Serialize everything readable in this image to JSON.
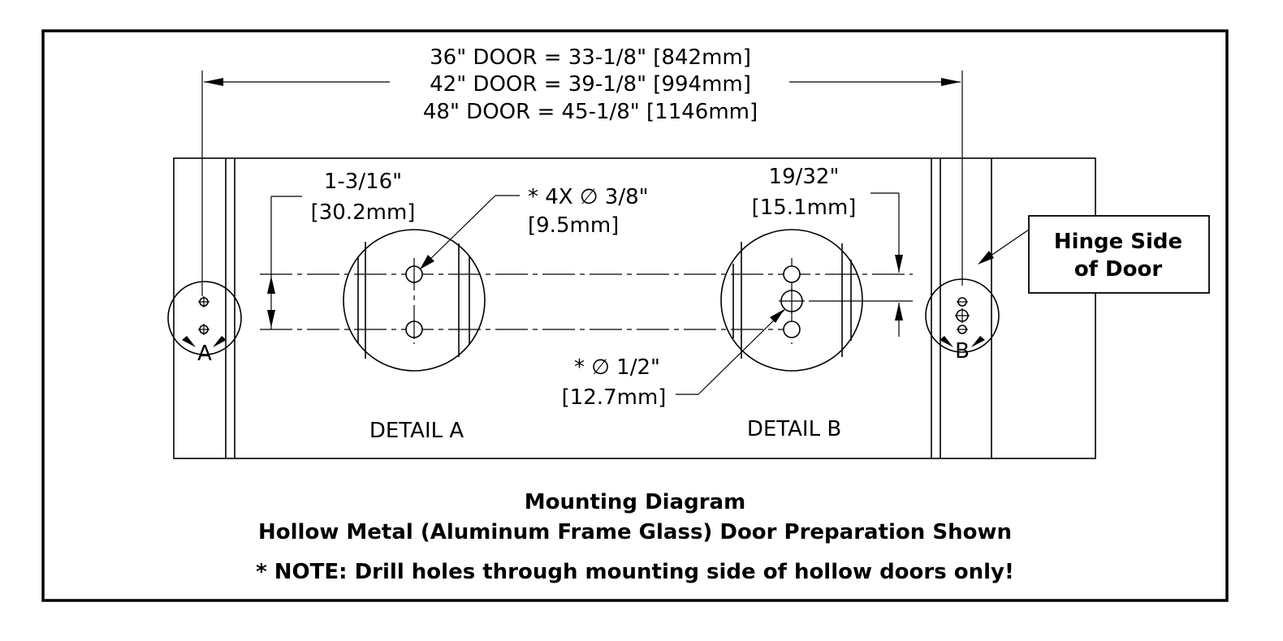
{
  "diagram": {
    "overall_dim": {
      "line1": "36\" DOOR = 33-1/8\" [842mm]",
      "line2": "42\" DOOR = 39-1/8\" [994mm]",
      "line3": "48\" DOOR = 45-1/8\" [1146mm]"
    },
    "dim_left": {
      "line1": "1-3/16\"",
      "line2": "[30.2mm]"
    },
    "dim_holes": {
      "line1": "* 4X  ∅ 3/8\"",
      "line2": "[9.5mm]"
    },
    "dim_right": {
      "line1": "19/32\"",
      "line2": "[15.1mm]"
    },
    "dim_center_hole": {
      "line1": "*  ∅ 1/2\"",
      "line2": "[12.7mm]"
    },
    "hinge_label": {
      "line1": "Hinge Side",
      "line2": "of Door"
    },
    "marker_a": "A",
    "marker_b": "B",
    "detail_a": "DETAIL A",
    "detail_b": "DETAIL B"
  },
  "caption": {
    "title": "Mounting Diagram",
    "subtitle": "Hollow Metal (Aluminum Frame Glass) Door Preparation Shown",
    "note": "* NOTE:  Drill holes through mounting side of hollow doors only!"
  }
}
